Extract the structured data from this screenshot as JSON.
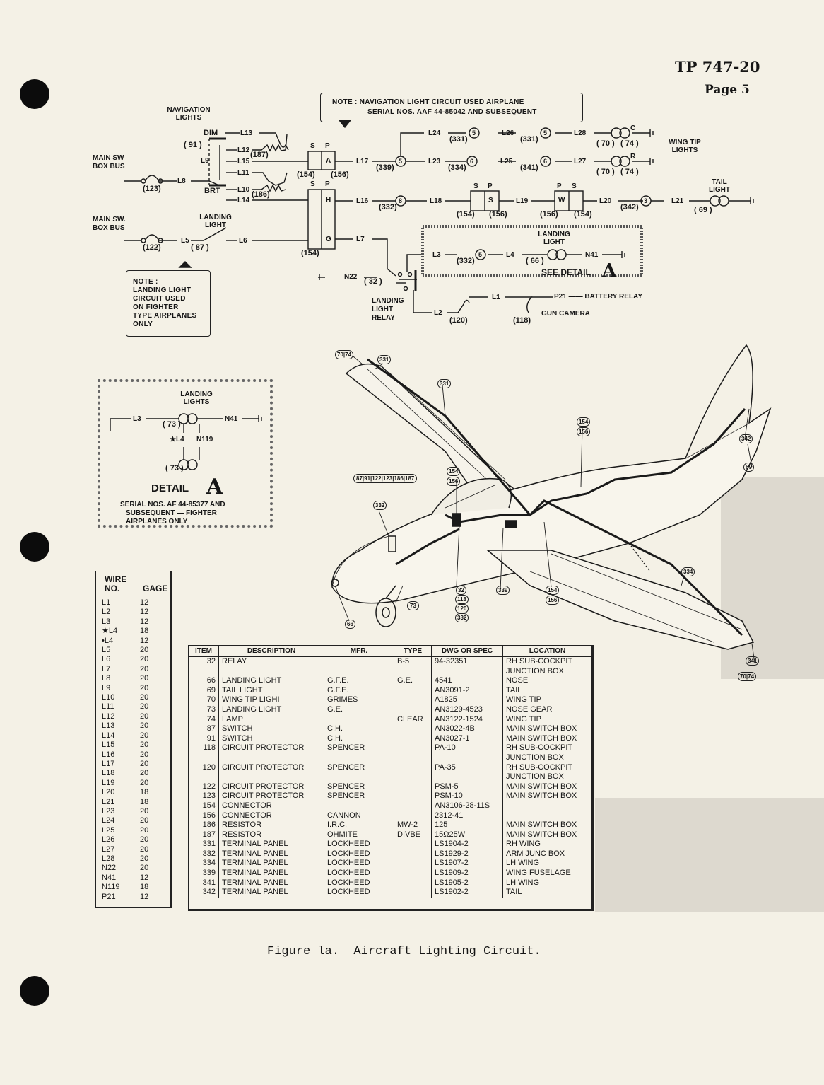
{
  "header": {
    "doc_number": "TP 747-20",
    "page": "Page 5"
  },
  "notes": {
    "nav_note_line1": "NOTE :  NAVIGATION LIGHT CIRCUIT USED AIRPLANE",
    "nav_note_line2": "SERIAL NOS. AAF 44-85042 AND SUBSEQUENT",
    "landing_note": [
      "NOTE :",
      "LANDING LIGHT",
      "CIRCUIT USED",
      "ON FIGHTER",
      "TYPE AIRPLANES",
      "ONLY"
    ]
  },
  "schematic": {
    "navigation_lights": "NAVIGATION LIGHTS",
    "main_sw_box_bus_1": "MAIN SW BOX BUS",
    "main_sw_box_bus_2": "MAIN SW. BOX BUS",
    "landing_light_switch": "LANDING LIGHT",
    "dim": "DIM",
    "brt": "BRT",
    "wing_tip_lights": "WING TIP LIGHTS",
    "tail_light": "TAIL LIGHT",
    "landing_light": "LANDING LIGHT",
    "landing_light_relay": "LANDING LIGHT RELAY",
    "see_detail": "SEE DETAIL",
    "detail_letter": "A",
    "battery_relay": "P21 —— BATTERY  RELAY",
    "gun_camera": "GUN  CAMERA",
    "labels": {
      "l13": "L13",
      "l12": "L12",
      "l15": "L15",
      "l11": "L11",
      "l10": "L10",
      "l14": "L14",
      "l9": "L9",
      "l8": "L8",
      "l5": "L5",
      "l6": "L6",
      "l7": "L7",
      "l16": "L16",
      "l17": "L17",
      "l18": "L18",
      "l19": "L19",
      "l20": "L20",
      "l21": "L21",
      "l23": "L23",
      "l24": "L24",
      "l25": "L25",
      "l26": "L26",
      "l27": "L27",
      "l28": "L28",
      "l3": "L3",
      "l4": "L4",
      "n41": "N41",
      "n22": "N22",
      "l1": "L1",
      "l2": "L2",
      "s": "S",
      "p": "P",
      "a": "A",
      "h": "H",
      "g": "G",
      "w": "W",
      "r": "R",
      "c": "C",
      "i91": "( 91 )",
      "i187": "(187)",
      "i186": "(186)",
      "i123": "(123)",
      "i122": "(122)",
      "i87": "( 87 )",
      "i154a": "(154)",
      "i156a": "(156)",
      "i154b": "(154)",
      "i339": "(339)",
      "i331a": "(331)",
      "i331b": "(331)",
      "i334": "(334)",
      "i341": "(341)",
      "i70a": "( 70 )",
      "i74a": "( 74 )",
      "i70b": "( 70 )",
      "i74b": "( 74 )",
      "i332a": "(332)",
      "i154c": "(154)",
      "i156c": "(156)",
      "i156d": "(156)",
      "i154d": "(154)",
      "i342": "(342)",
      "i69": "( 69 )",
      "i332b": "(332)",
      "i66": "( 66 )",
      "i32": "( 32 )",
      "i120": "(120)",
      "i118": "(118)",
      "n5a": "5",
      "n5b": "5",
      "n5c": "5",
      "n6a": "6",
      "n6b": "6",
      "n8": "8",
      "n3": "3",
      "n5d": "5"
    }
  },
  "detail_a": {
    "title": "LANDING LIGHTS",
    "l3": "L3",
    "n41": "N41",
    "l4": "★L4",
    "n119": "N119",
    "i73a": "( 73 )",
    "i73b": "( 73 )",
    "detail_word": "DETAIL",
    "letter": "A",
    "caption": [
      "SERIAL NOS. AF 44-85377 AND",
      "SUBSEQUENT — FIGHTER",
      "AIRPLANES ONLY"
    ]
  },
  "aircraft": {
    "callouts": {
      "c70_74": "70|74",
      "c331a": "331",
      "c331b": "331",
      "c154a": "154",
      "c156a": "156",
      "c342": "342",
      "c69": "69",
      "row": "87|91|122|123|186|187",
      "c154b": "154",
      "c156b": "156",
      "c332": "332",
      "c73": "73",
      "c66": "66",
      "c32": "32",
      "c118": "118",
      "c120": "120",
      "c332b": "332",
      "c339": "339",
      "c154c": "154",
      "c156c": "156",
      "c334": "334",
      "c341": "341",
      "c70b": "70|74"
    }
  },
  "wire_table": {
    "headers": [
      "WIRE NO.",
      "GAGE"
    ],
    "rows": [
      [
        "L1",
        "12"
      ],
      [
        "L2",
        "12"
      ],
      [
        "L3",
        "12"
      ],
      [
        "★L4",
        "18"
      ],
      [
        "•L4",
        "12"
      ],
      [
        "L5",
        "20"
      ],
      [
        "L6",
        "20"
      ],
      [
        "L7",
        "20"
      ],
      [
        "L8",
        "20"
      ],
      [
        "L9",
        "20"
      ],
      [
        "L10",
        "20"
      ],
      [
        "L11",
        "20"
      ],
      [
        "L12",
        "20"
      ],
      [
        "L13",
        "20"
      ],
      [
        "L14",
        "20"
      ],
      [
        "L15",
        "20"
      ],
      [
        "L16",
        "20"
      ],
      [
        "L17",
        "20"
      ],
      [
        "L18",
        "20"
      ],
      [
        "L19",
        "20"
      ],
      [
        "L20",
        "18"
      ],
      [
        "L21",
        "18"
      ],
      [
        "L23",
        "20"
      ],
      [
        "L24",
        "20"
      ],
      [
        "L25",
        "20"
      ],
      [
        "L26",
        "20"
      ],
      [
        "L27",
        "20"
      ],
      [
        "L28",
        "20"
      ],
      [
        "N22",
        "20"
      ],
      [
        "N41",
        "12"
      ],
      [
        "N119",
        "18"
      ],
      [
        "P21",
        "12"
      ]
    ]
  },
  "parts_table": {
    "headers": [
      "ITEM",
      "DESCRIPTION",
      "MFR.",
      "TYPE",
      "DWG OR SPEC",
      "LOCATION"
    ],
    "rows": [
      [
        "32",
        "RELAY",
        "",
        "B-5",
        "94-32351",
        "RH SUB-COCKPIT"
      ],
      [
        "",
        "",
        "",
        "",
        "",
        "JUNCTION BOX"
      ],
      [
        "66",
        "LANDING LIGHT",
        "G.F.E.",
        "G.E.",
        "4541",
        "NOSE"
      ],
      [
        "69",
        "TAIL LIGHT",
        "G.F.E.",
        "",
        "AN3091-2",
        "TAIL"
      ],
      [
        "70",
        "WING TIP LIGHI",
        "GRIMES",
        "",
        "A1825",
        "WING TIP"
      ],
      [
        "73",
        "LANDING LIGHT",
        "G.E.",
        "",
        "AN3129-4523",
        "NOSE GEAR"
      ],
      [
        "74",
        "LAMP",
        "",
        "CLEAR",
        "AN3122-1524",
        "WING TIP"
      ],
      [
        "87",
        "SWITCH",
        "C.H.",
        "",
        "AN3022-4B",
        "MAIN SWITCH BOX"
      ],
      [
        "91",
        "SWITCH",
        "C.H.",
        "",
        "AN3027-1",
        "MAIN SWITCH BOX"
      ],
      [
        "118",
        "CIRCUIT PROTECTOR",
        "SPENCER",
        "",
        "PA-10",
        "RH SUB-COCKPIT"
      ],
      [
        "",
        "",
        "",
        "",
        "",
        "JUNCTION BOX"
      ],
      [
        "120",
        "CIRCUIT PROTECTOR",
        "SPENCER",
        "",
        "PA-35",
        "RH SUB-COCKPIT"
      ],
      [
        "",
        "",
        "",
        "",
        "",
        "JUNCTION BOX"
      ],
      [
        "122",
        "CIRCUIT PROTECTOR",
        "SPENCER",
        "",
        "PSM-5",
        "MAIN SWITCH BOX"
      ],
      [
        "123",
        "CIRCUIT PROTECTOR",
        "SPENCER",
        "",
        "PSM-10",
        "MAIN SWITCH BOX"
      ],
      [
        "154",
        "CONNECTOR",
        "",
        "",
        "AN3106-28-11S",
        ""
      ],
      [
        "156",
        "CONNECTOR",
        "CANNON",
        "",
        "2312-41",
        ""
      ],
      [
        "186",
        "RESISTOR",
        "I.R.C.",
        "MW-2",
        "125",
        "MAIN SWITCH BOX"
      ],
      [
        "187",
        "RESISTOR",
        "OHMITE",
        "DIVBE",
        "15Ω25W",
        "MAIN SWITCH BOX"
      ],
      [
        "331",
        "TERMINAL PANEL",
        "LOCKHEED",
        "",
        "LS1904-2",
        "RH WING"
      ],
      [
        "332",
        "TERMINAL PANEL",
        "LOCKHEED",
        "",
        "LS1929-2",
        "ARM JUNC BOX"
      ],
      [
        "334",
        "TERMINAL PANEL",
        "LOCKHEED",
        "",
        "LS1907-2",
        "LH WING"
      ],
      [
        "339",
        "TERMINAL PANEL",
        "LOCKHEED",
        "",
        "LS1909-2",
        "WING FUSELAGE"
      ],
      [
        "341",
        "TERMINAL PANEL",
        "LOCKHEED",
        "",
        "LS1905-2",
        "LH WING"
      ],
      [
        "342",
        "TERMINAL PANEL",
        "LOCKHEED",
        "",
        "LS1902-2",
        "TAIL"
      ]
    ]
  },
  "caption": "Figure la.  Aircraft Lighting Circuit."
}
